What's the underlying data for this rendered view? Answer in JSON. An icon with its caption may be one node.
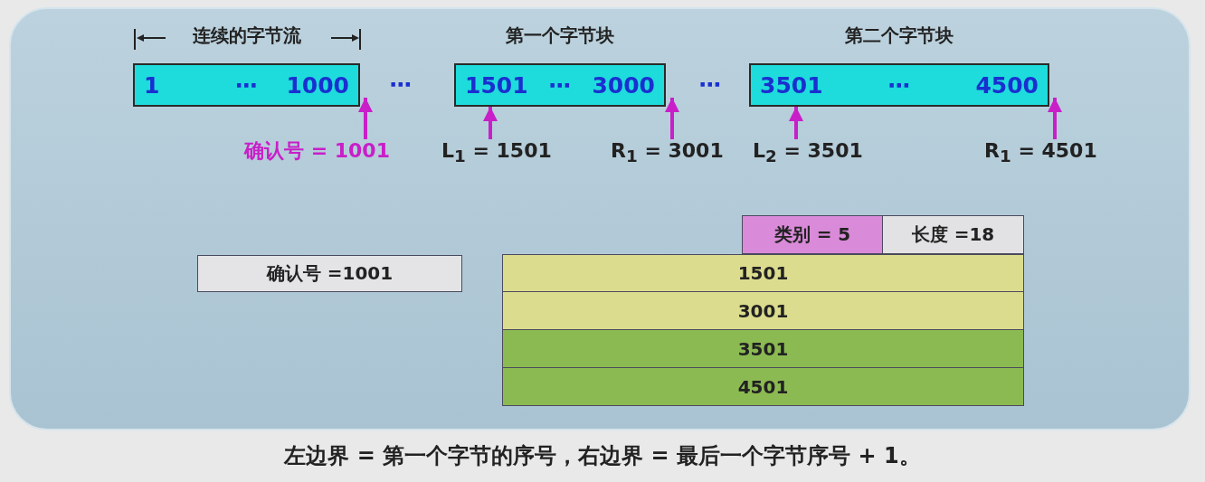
{
  "diagram": {
    "caption": "左边界 = 第一个字节的序号，右边界 = 最后一个字节序号 + 1。",
    "nodes": [
      {
        "text": [
          "连续的字节流",
          "1",
          "⋯",
          "1000"
        ]
      },
      {
        "text": [
          "第一个字节块",
          "1501",
          "⋯",
          "3000"
        ]
      },
      {
        "text": [
          "第二个字节块",
          "3501",
          "⋯",
          "4500"
        ]
      },
      {
        "text": [
          "确认号 = 1001"
        ]
      },
      {
        "text": [
          "L$_{1}$ = 1501"
        ]
      },
      {
        "text": [
          "R$_{1}$ = 3001"
        ]
      },
      {
        "text": [
          "L$_{2}$ = 3501"
        ]
      },
      {
        "text": [
          "R$_{1}$ = 4501"
        ]
      },
      {
        "text": [
          "类别 = 5"
        ]
      },
      {
        "text": [
          "长度 =18"
        ]
      },
      {
        "text": [
          "确认号 =1001"
        ]
      },
      {
        "text": [
          "1501"
        ]
      },
      {
        "text": [
          "3001"
        ]
      },
      {
        "text": [
          "3501"
        ]
      },
      {
        "text": [
          "4501"
        ]
      }
    ],
    "edges": [
      {
        "from": 3,
        "to": 0,
        "arrow": "to"
      },
      {
        "from": 4,
        "to": 1,
        "arrow": "to"
      },
      {
        "from": 5,
        "to": 1,
        "arrow": "to"
      },
      {
        "from": 6,
        "to": 2,
        "arrow": "to"
      },
      {
        "from": 7,
        "to": 2,
        "arrow": "to"
      }
    ],
    "labels": [
      "⋯",
      "⋯"
    ]
  }
}
